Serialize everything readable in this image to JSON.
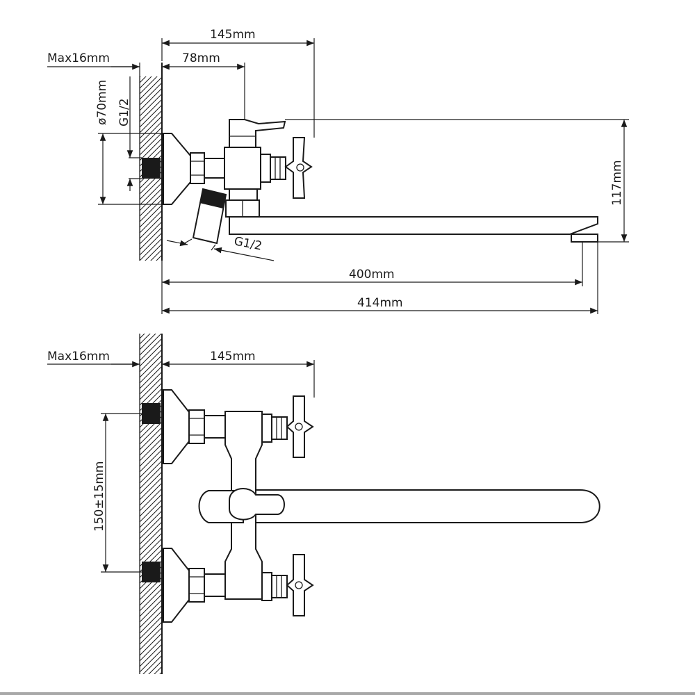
{
  "side_view": {
    "dim_145": "145mm",
    "dim_78": "78mm",
    "dim_max16": "Max16mm",
    "dim_dia70": "ø70mm",
    "dim_g12_vertical": "G1/2",
    "dim_117": "117mm",
    "dim_g12_angled": "G1/2",
    "dim_400": "400mm",
    "dim_414": "414mm"
  },
  "front_view": {
    "dim_max16": "Max16mm",
    "dim_145": "145mm",
    "dim_150": "150±15mm"
  }
}
